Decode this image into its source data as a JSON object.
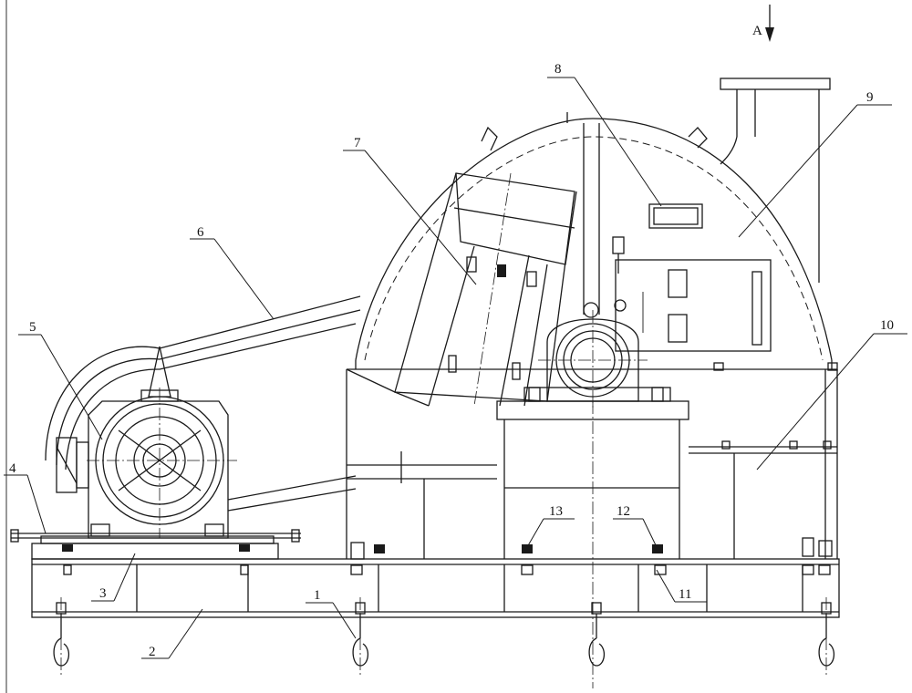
{
  "view_marker": "A",
  "labels": {
    "p1": "1",
    "p2": "2",
    "p3": "3",
    "p4": "4",
    "p5": "5",
    "p6": "6",
    "p7": "7",
    "p8": "8",
    "p9": "9",
    "p10": "10",
    "p11": "11",
    "p12": "12",
    "p13": "13"
  },
  "colors": {
    "line": "#1a1a1a",
    "background": "#ffffff"
  }
}
